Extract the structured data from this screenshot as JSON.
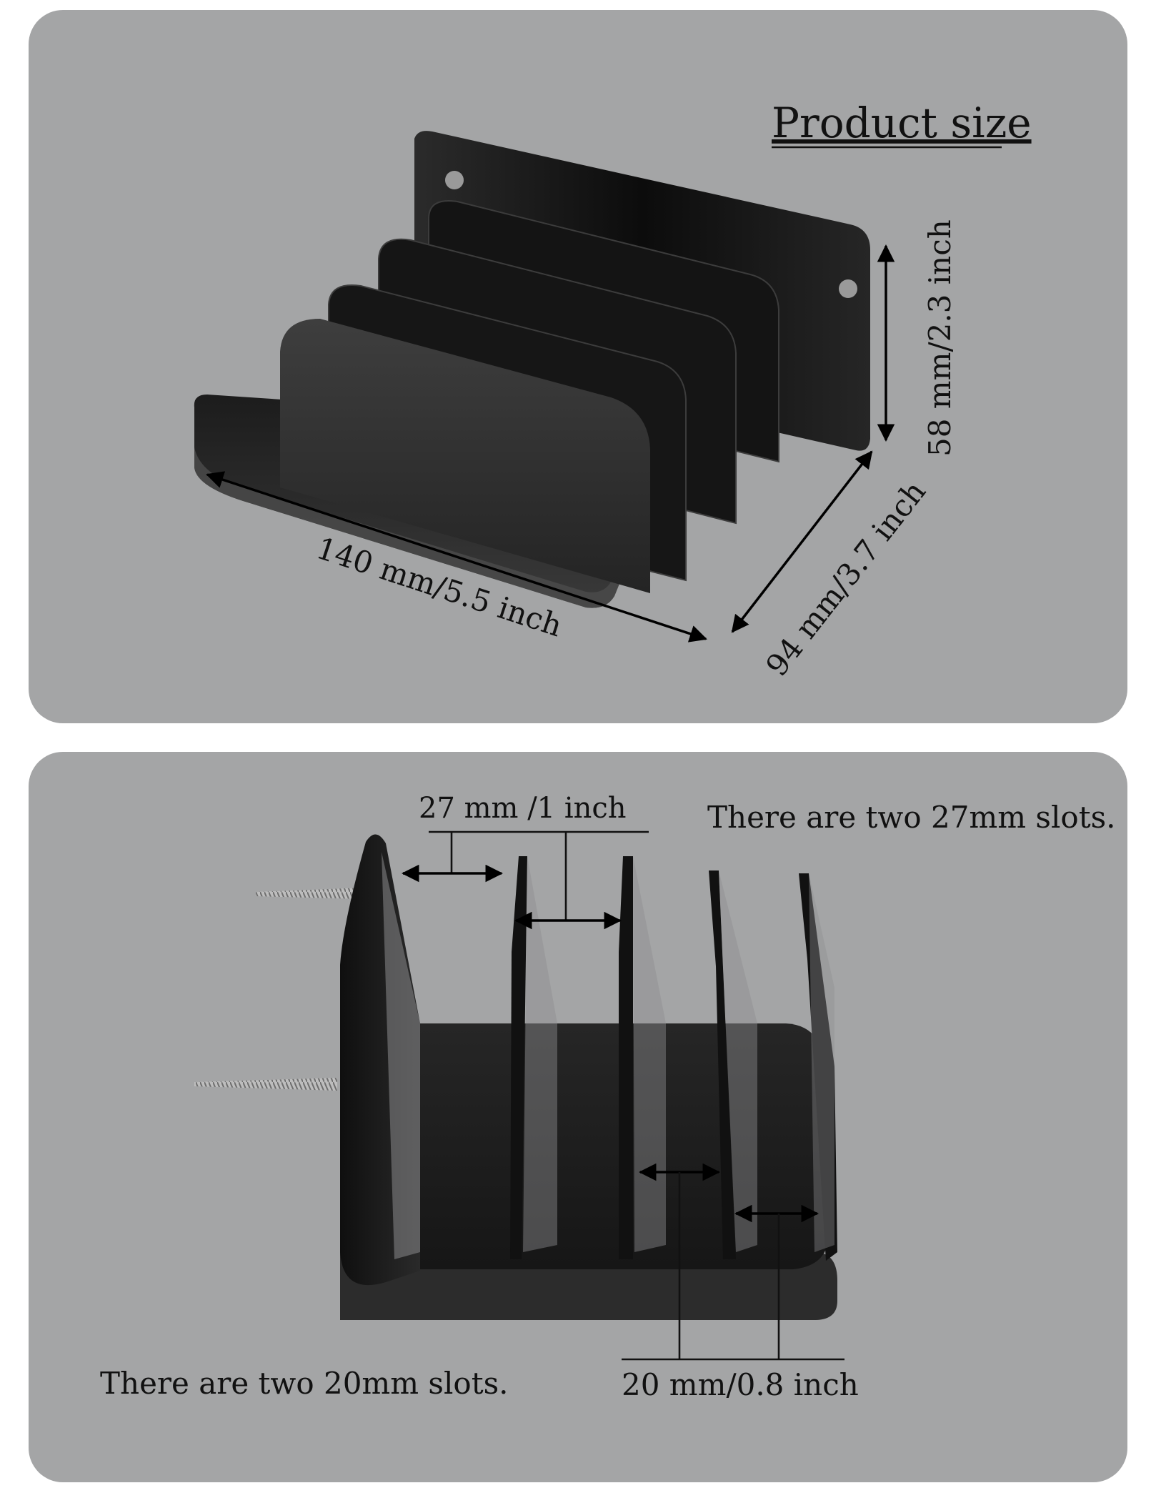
{
  "top_panel": {
    "title": "Product size",
    "dim_length": "140 mm/5.5 inch",
    "dim_depth": "94 mm/3.7 inch",
    "dim_height": "58 mm/2.3 inch"
  },
  "bottom_panel": {
    "dim_wide_slot": "27 mm /1 inch",
    "note_wide_slots": "There are two 27mm slots.",
    "note_narrow_slots": "There are two 20mm slots.",
    "dim_narrow_slot": "20 mm/0.8 inch"
  },
  "colors": {
    "panel_bg": "#a4a5a6",
    "product_black": "#1a1a1a",
    "arrow": "#000000"
  }
}
